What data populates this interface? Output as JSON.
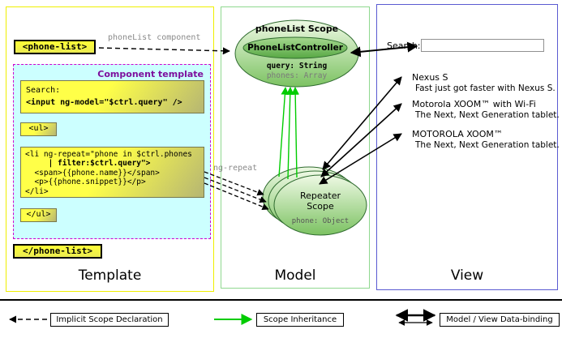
{
  "template_panel": {
    "title": "Template",
    "phone_list_open": "<phone-list>",
    "phone_list_close": "</phone-list>",
    "component_template": {
      "title": "Component template",
      "search_code_line1": "Search:",
      "search_code_line2": "<input ng-model=\"$ctrl.query\" />",
      "ul_open": "<ul>",
      "ul_close": "</ul>",
      "li_line1": "<li ng-repeat=\"phone in $ctrl.phones",
      "li_line2": "     | filter:$ctrl.query\">",
      "li_line3": "  <span>{{phone.name}}</span>",
      "li_line4": "  <p>{{phone.snippet}}</p>",
      "li_line5": "</li>"
    }
  },
  "model_panel": {
    "title": "Model",
    "scope_name": "phoneList Scope",
    "controller_name": "PhoneListController",
    "scope_props": {
      "query": "query: String",
      "phones": "phones: Array"
    },
    "repeater": {
      "name_line1": "Repeater",
      "name_line2": "Scope",
      "prop": "phone: Object"
    }
  },
  "view_panel": {
    "title": "View",
    "search_label": "Search:",
    "search_value": "",
    "items": [
      {
        "title": "Nexus S",
        "snippet": "Fast just got faster with Nexus S."
      },
      {
        "title": "Motorola XOOM™ with Wi-Fi",
        "snippet": "The Next, Next Generation tablet."
      },
      {
        "title": "MOTOROLA XOOM™",
        "snippet": "The Next, Next Generation tablet."
      }
    ]
  },
  "arrow_labels": {
    "phonelist_component": "phoneList component",
    "ng_repeat": "ng-repeat"
  },
  "legend": {
    "implicit_scope": "Implicit Scope Declaration",
    "scope_inheritance": "Scope Inheritance",
    "data_binding": "Model / View Data-binding"
  },
  "colors": {
    "template_border": "#efef00",
    "model_border": "#8fd88f",
    "view_border": "#5a5ad2",
    "code_box_yellow": "#ffff48",
    "component_bg": "#ccffff",
    "component_border": "#cf00cf",
    "scope_green_light": "#eef9e4",
    "scope_green_dark": "#7cc262",
    "inheritance_green": "#00cc00"
  }
}
